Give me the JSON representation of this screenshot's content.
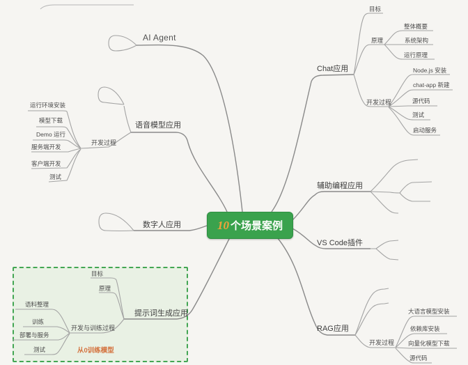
{
  "central": {
    "number": "10",
    "label": "个场景案例"
  },
  "nodes": {
    "ai_agent": {
      "label": "AI Agent"
    },
    "voice": {
      "label": "语音模型应用",
      "process": {
        "label": "开发过程",
        "children": [
          "运行环境安装",
          "模型下载",
          "Demo 运行",
          "服务端开发",
          "客户端开发",
          "测试"
        ]
      }
    },
    "digital_human": {
      "label": "数字人应用"
    },
    "prompt": {
      "label": "提示词生成应用",
      "goal": "目标",
      "principle": "原理",
      "process": {
        "label": "开发与训练过程",
        "children": [
          "语料整理",
          "训练",
          "部署与服务",
          "测试"
        ]
      },
      "boundary_label": "从0训练模型"
    },
    "chat": {
      "label": "Chat应用",
      "goal": "目标",
      "principle": {
        "label": "原理",
        "children": [
          "整体概要",
          "系统架构",
          "运行原理"
        ]
      },
      "process": {
        "label": "开发过程",
        "children": [
          "Node.js 安装",
          "chat-app 新建",
          "源代码",
          "测试",
          "启动服务"
        ]
      }
    },
    "coding": {
      "label": "辅助编程应用"
    },
    "vscode": {
      "label": "VS Code插件"
    },
    "rag": {
      "label": "RAG应用",
      "process": {
        "label": "开发过程",
        "children": [
          "大语言模型安装",
          "依赖库安装",
          "向量化模型下载",
          "源代码"
        ]
      }
    }
  },
  "colors": {
    "center_bg": "#3aa24d",
    "center_number": "#f2a13b",
    "line": "#9c9c9c",
    "text": "#4c4c4c",
    "boundary_border": "#43a653",
    "boundary_fill": "#e9f1e4",
    "boundary_label": "#d4713c"
  }
}
